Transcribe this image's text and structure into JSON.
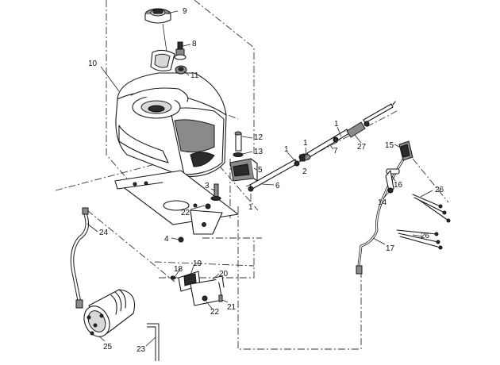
{
  "callouts": {
    "c1a": "1",
    "c1b": "1",
    "c1c": "1",
    "c1d": "1",
    "c2": "2",
    "c3": "3",
    "c4": "4",
    "c5": "5",
    "c6": "6",
    "c7": "7",
    "c8": "8",
    "c9": "9",
    "c10": "10",
    "c11": "11",
    "c12": "12",
    "c13": "13",
    "c14": "14",
    "c15": "15",
    "c16": "16",
    "c17": "17",
    "c18": "18",
    "c19": "19",
    "c20": "20",
    "c21": "21",
    "c22a": "22",
    "c22b": "22",
    "c23": "23",
    "c24": "24",
    "c25": "25",
    "c26a": "26",
    "c26b": "26",
    "c27": "27"
  }
}
